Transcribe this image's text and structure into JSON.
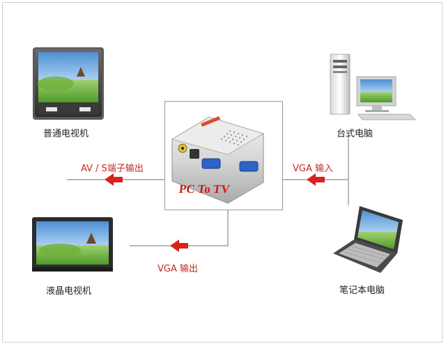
{
  "devices": {
    "crt_tv": {
      "label": "普通电视机"
    },
    "desktop": {
      "label": "台式电脑"
    },
    "lcd_tv": {
      "label": "液晶电视机"
    },
    "laptop": {
      "label": "笔记本电脑"
    }
  },
  "converter": {
    "name": "PC To TV"
  },
  "connections": {
    "av_s_out": "AV / S端子输出",
    "vga_in": "VGA 输入",
    "vga_out": "VGA 输出"
  },
  "colors": {
    "arrow": "#d9231c",
    "line": "#8a8a8a",
    "accent_text": "#c8281e"
  }
}
